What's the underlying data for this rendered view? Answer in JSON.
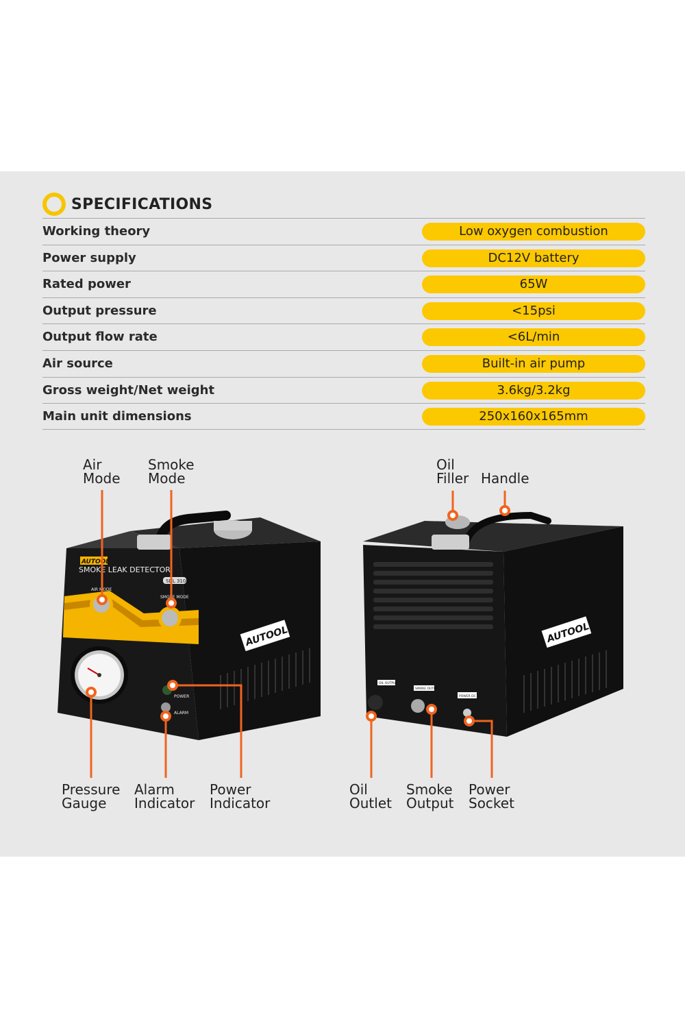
{
  "header": {
    "title": "SPECIFICATIONS"
  },
  "specs": [
    {
      "label": "Working theory",
      "value": "Low oxygen combustion"
    },
    {
      "label": "Power supply",
      "value": "DC12V battery"
    },
    {
      "label": "Rated power",
      "value": "65W"
    },
    {
      "label": "Output pressure",
      "value": "<15psi"
    },
    {
      "label": "Output flow rate",
      "value": "<6L/min"
    },
    {
      "label": "Air source",
      "value": "Built-in air pump"
    },
    {
      "label": "Gross weight/Net weight",
      "value": "3.6kg/3.2kg"
    },
    {
      "label": "Main unit dimensions",
      "value": "250x160x165mm"
    }
  ],
  "front_callouts": {
    "air_mode": "Air\nMode",
    "smoke_mode": "Smoke\nMode",
    "pressure_gauge": "Pressure\nGauge",
    "alarm_indicator": "Alarm\nIndicator",
    "power_indicator": "Power\nIndicator"
  },
  "back_callouts": {
    "oil_filler": "Oil\nFiller",
    "handle": "Handle",
    "oil_outlet": "Oil\nOutlet",
    "smoke_output": "Smoke\nOutput",
    "power_socket": "Power\nSocket"
  },
  "device_text": {
    "brand": "AUTOOL",
    "model": "SMOKE LEAK DETECTOR",
    "model_code": "SDL 310",
    "air_mode_label": "AIR MODE",
    "smoke_mode_label": "SMOKE MODE",
    "power_label": "POWER",
    "alarm_label": "ALARM",
    "oil_output_label": "OIL OUTPUT",
    "smoke_outlet_label": "SMOKE OUTLET",
    "power_socket_label": "POWER DC"
  },
  "colors": {
    "accent": "#fcc800",
    "callout_line": "#f0641e",
    "panel": "#e8e8e9",
    "device": "#151515"
  }
}
